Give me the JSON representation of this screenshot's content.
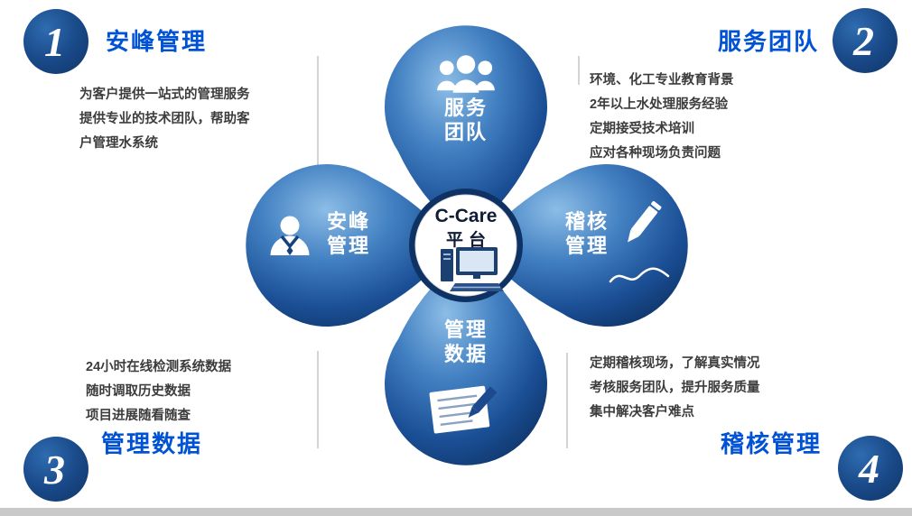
{
  "corners": [
    {
      "number": "1",
      "heading": "安峰管理"
    },
    {
      "number": "2",
      "heading": "服务团队"
    },
    {
      "number": "3",
      "heading": "管理数据"
    },
    {
      "number": "4",
      "heading": "稽核管理"
    }
  ],
  "blocks": {
    "top_left": {
      "lines": [
        "为客户提供一站式的管理服务",
        "提供专业的技术团队，帮助客",
        "户管理水系统"
      ]
    },
    "top_right": {
      "lines": [
        "环境、化工专业教育背景",
        "2年以上水处理服务经验",
        "定期接受技术培训",
        "应对各种现场负责问题"
      ]
    },
    "bottom_left": {
      "lines": [
        "24小时在线检测系统数据",
        "随时调取历史数据",
        "项目进展随看随查"
      ]
    },
    "bottom_right": {
      "lines": [
        "定期稽核现场，了解真实情况",
        "考核服务团队，提升服务质量",
        "集中解决客户难点"
      ]
    }
  },
  "petals": {
    "top": {
      "line1": "服务",
      "line2": "团队",
      "icon": "team-icon"
    },
    "left": {
      "line1": "安峰",
      "line2": "管理",
      "icon": "manager-icon"
    },
    "right": {
      "line1": "稽核",
      "line2": "管理",
      "icon": "pencil-icon"
    },
    "bottom": {
      "line1": "管理",
      "line2": "数据",
      "icon": "document-icon"
    }
  },
  "center": {
    "brand": "C-Care",
    "platform": "平台",
    "icon": "computer-icon"
  },
  "colors": {
    "accent_blue": "#0052d4",
    "petal_light": "#8cbde6",
    "petal_mid": "#1a4e94",
    "petal_dark": "#0a2a55",
    "number_circle": "#16437e",
    "body_text": "#3c3c3c",
    "connector_gray": "#a8a8a8",
    "bottom_bar": "#c9c9c9"
  }
}
